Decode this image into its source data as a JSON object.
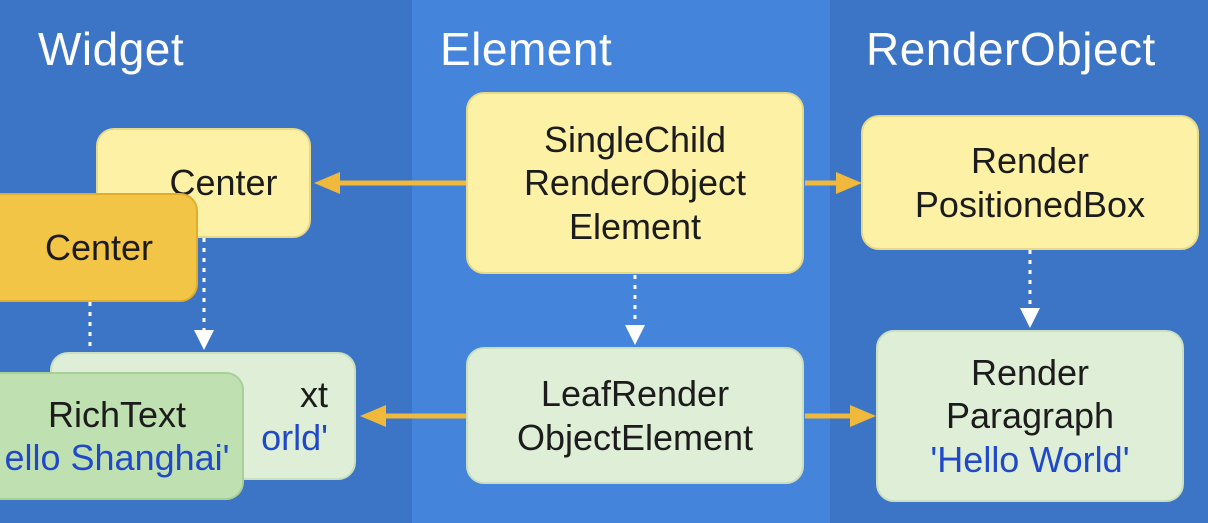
{
  "columns": {
    "widget": "Widget",
    "element": "Element",
    "renderobject": "RenderObject"
  },
  "nodes": {
    "center_back": "Center",
    "center_front": "Center",
    "richtext_back_line1": "xt",
    "richtext_back_line2": "orld'",
    "richtext_front_line1": "RichText",
    "richtext_front_line2": "ello Shanghai'",
    "single_child_line1": "SingleChild",
    "single_child_line2": "RenderObject",
    "single_child_line3": "Element",
    "leaf_render_line1": "LeafRender",
    "leaf_render_line2": "ObjectElement",
    "render_positioned_line1": "Render",
    "render_positioned_line2": "PositionedBox",
    "render_paragraph_line1": "Render",
    "render_paragraph_line2": "Paragraph",
    "render_paragraph_line3": "'Hello World'"
  },
  "colors": {
    "background_outer": "#3c74c6",
    "background_middle": "#4485db",
    "arrow_solid": "#f1b93b",
    "arrow_dotted": "#ffffff",
    "node_yellow": "#fdf1a6",
    "node_orange": "#f3c547",
    "node_green": "#dfeed6",
    "string_text": "#1f49c9"
  }
}
